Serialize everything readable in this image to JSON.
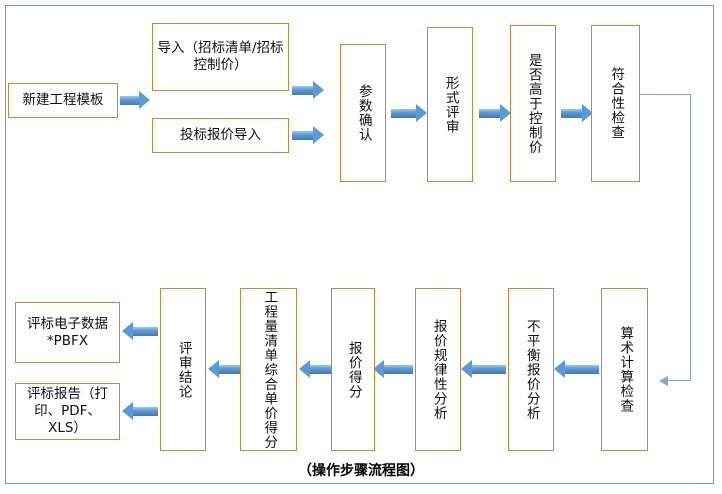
{
  "diagram": {
    "caption": "（操作步骤流程图）",
    "colors": {
      "node_border": "#c8883f",
      "arrow_blue": "#5b9bd5",
      "connector_blue": "#7fa8cb",
      "frame_border": "#6f9fc0",
      "background": "#ffffff"
    },
    "nodes": [
      {
        "id": "new-project-template",
        "label": "新建工程模板"
      },
      {
        "id": "import-tender-list",
        "label": "导入（招标清单/招标控制价）"
      },
      {
        "id": "import-bid-quote",
        "label": "投标报价导入"
      },
      {
        "id": "parameter-confirm",
        "label": "参数确认"
      },
      {
        "id": "formal-review",
        "label": "形式评审"
      },
      {
        "id": "above-control-price",
        "label": "是否高于控制价"
      },
      {
        "id": "compliance-check",
        "label": "符合性检查"
      },
      {
        "id": "arithmetic-check",
        "label": "算术计算检查"
      },
      {
        "id": "unbalanced-quote-analysis",
        "label": "不平衡报价分析"
      },
      {
        "id": "quote-pattern-analysis",
        "label": "报价规律性分析"
      },
      {
        "id": "quote-score",
        "label": "报价得分"
      },
      {
        "id": "boq-unit-price-score",
        "label": "工程量清单综合单价得分"
      },
      {
        "id": "review-conclusion",
        "label": "评审结论"
      },
      {
        "id": "electronic-data-output",
        "label": "评标电子数据\n*PBFX"
      },
      {
        "id": "report-output",
        "label": "评标报告（打印、PDF、XLS）"
      }
    ],
    "node_text": {
      "new_project_template": "新建工程模板",
      "import_tender_list": "导入（招标清单/招标控制价）",
      "import_bid_quote": "投标报价导入",
      "parameter_confirm": "参数确认",
      "formal_review": "形式评审",
      "above_control_price": "是否高于控制价",
      "compliance_check": "符合性检查",
      "arithmetic_check": "算术计算检查",
      "unbalanced_quote_analysis": "不平衡报价分析",
      "quote_pattern_analysis": "报价规律性分析",
      "quote_score": "报价得分",
      "boq_unit_price_score": "工程量清单综合单价得分",
      "review_conclusion": "评审结论",
      "electronic_data_line1": "评标电子数据",
      "electronic_data_line2": "*PBFX",
      "report_line1": "评标报告（打",
      "report_line2": "印、PDF、XLS）"
    },
    "edges": [
      {
        "from": "new-project-template",
        "to": "import-tender-list",
        "direction": "right"
      },
      {
        "from": "new-project-template",
        "to": "import-bid-quote",
        "direction": "right"
      },
      {
        "from": "import-tender-list",
        "to": "parameter-confirm",
        "direction": "right"
      },
      {
        "from": "import-bid-quote",
        "to": "parameter-confirm",
        "direction": "right"
      },
      {
        "from": "parameter-confirm",
        "to": "formal-review",
        "direction": "right"
      },
      {
        "from": "formal-review",
        "to": "above-control-price",
        "direction": "right"
      },
      {
        "from": "above-control-price",
        "to": "compliance-check",
        "direction": "right"
      },
      {
        "from": "compliance-check",
        "to": "arithmetic-check",
        "direction": "wrap-down"
      },
      {
        "from": "arithmetic-check",
        "to": "unbalanced-quote-analysis",
        "direction": "left"
      },
      {
        "from": "unbalanced-quote-analysis",
        "to": "quote-pattern-analysis",
        "direction": "left"
      },
      {
        "from": "quote-pattern-analysis",
        "to": "quote-score",
        "direction": "left"
      },
      {
        "from": "quote-score",
        "to": "boq-unit-price-score",
        "direction": "left"
      },
      {
        "from": "boq-unit-price-score",
        "to": "review-conclusion",
        "direction": "left"
      },
      {
        "from": "review-conclusion",
        "to": "electronic-data-output",
        "direction": "left"
      },
      {
        "from": "review-conclusion",
        "to": "report-output",
        "direction": "left"
      }
    ]
  }
}
